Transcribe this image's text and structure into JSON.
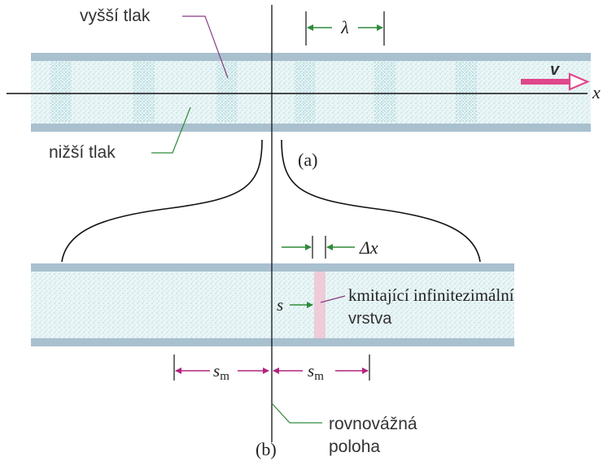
{
  "labels": {
    "higher_pressure": "vyšší tlak",
    "lower_pressure": "nižší tlak",
    "wavelength": "λ",
    "velocity": "v",
    "x_axis": "x",
    "panel_a": "(a)",
    "delta_x": "Δx",
    "displacement": "s",
    "oscillating_layer_line1": "kmitající infinitezimální",
    "oscillating_layer_line2": "vrstva",
    "amplitude_left": "s",
    "amplitude_right": "s",
    "amplitude_subscript": "m",
    "equilibrium_line1": "rovnovážná",
    "equilibrium_line2": "poloha",
    "panel_b": "(b)"
  },
  "colors": {
    "tube_wall": "#a9c0cf",
    "air_fill": "#e3f1f3",
    "compression": "#93cfd3",
    "arrow_green": "#2e8b3a",
    "arrow_magenta": "#b2247f",
    "velocity_arrow": "#e0478c",
    "layer_highlight": "#f0c4d4",
    "line": "#111111",
    "leader_purple": "#8a3b84"
  }
}
